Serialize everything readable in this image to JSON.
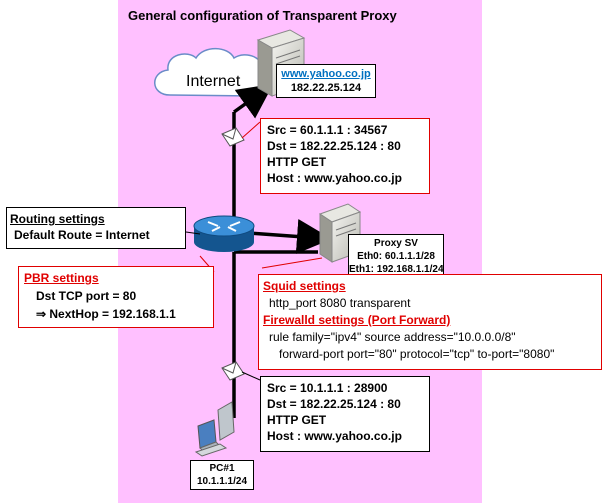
{
  "title": "General configuration of Transparent Proxy",
  "internet_label": "Internet",
  "web_server": {
    "host": "www.yahoo.co.jp",
    "ip": "182.22.25.124"
  },
  "proxy_server": {
    "name": "Proxy SV",
    "eth0": "Eth0: 60.1.1.1/28",
    "eth1": "Eth1: 192.168.1.1/24"
  },
  "pc": {
    "name": "PC#1",
    "ip": "10.1.1.1/24"
  },
  "packet_top": {
    "src": "Src = 60.1.1.1  : 34567",
    "dst": "Dst = 182.22.25.124  : 80",
    "method": "HTTP GET",
    "host": "Host : www.yahoo.co.jp"
  },
  "packet_bottom": {
    "src": "Src = 10.1.1.1  : 28900",
    "dst": "Dst = 182.22.25.124  : 80",
    "method": "HTTP GET",
    "host": "Host : www.yahoo.co.jp"
  },
  "routing": {
    "heading": "Routing settings",
    "line1": "Default Route = Internet"
  },
  "pbr": {
    "heading": "PBR settings",
    "line1": "Dst TCP port = 80",
    "line2": "⇒  NextHop = 192.168.1.1"
  },
  "squid": {
    "heading": "Squid settings",
    "line1": "http_port 8080  transparent",
    "fw_heading": "Firewalld settings (Port Forward)",
    "fw_line1": "rule family=\"ipv4\" source address=\"10.0.0.0/8\"",
    "fw_line2": "forward-port port=\"80\" protocol=\"tcp\" to-port=\"8080\""
  },
  "colors": {
    "panel": "#ffc0ff",
    "callout_border": "#e00000",
    "router": "#1a6fbf",
    "link": "#0070c0"
  }
}
